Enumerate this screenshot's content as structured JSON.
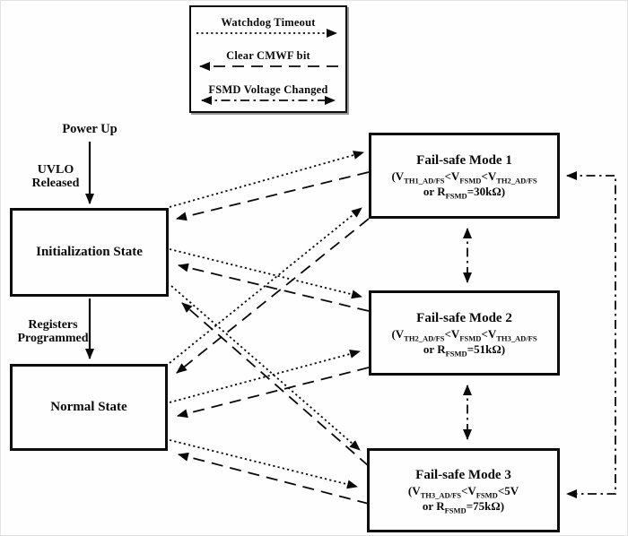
{
  "legend": {
    "items": [
      {
        "label": "Watchdog Timeout",
        "style": "dotted",
        "direction": "right"
      },
      {
        "label": "Clear CMWF bit",
        "style": "dashed",
        "direction": "left"
      },
      {
        "label": "FSMD Voltage Changed",
        "style": "dash-dot",
        "direction": "both"
      }
    ]
  },
  "left_flow": {
    "power_up": "Power Up",
    "uvlo_line1": "UVLO",
    "uvlo_line2": "Released",
    "init_state": "Initialization State",
    "registers_line1": "Registers",
    "registers_line2": "Programmed",
    "normal_state": "Normal State"
  },
  "modes": [
    {
      "title": "Fail-safe Mode 1",
      "c1p1": "(V",
      "c1s1": "TH1_AD/FS",
      "c1p2": "<V",
      "c1s2": "FSMD",
      "c1p3": "<V",
      "c1s3": "TH2_AD/FS",
      "c2p1": "or R",
      "c2s1": "FSMD",
      "c2p2": "=30kΩ)"
    },
    {
      "title": "Fail-safe Mode 2",
      "c1p1": "(V",
      "c1s1": "TH2_AD/FS",
      "c1p2": "<V",
      "c1s2": "FSMD",
      "c1p3": "<V",
      "c1s3": "TH3_AD/FS",
      "c2p1": "or R",
      "c2s1": "FSMD",
      "c2p2": "=51kΩ)"
    },
    {
      "title": "Fail-safe Mode 3",
      "c1p1": "(V",
      "c1s1": "TH3_AD/FS",
      "c1p2": "<V",
      "c1s2": "FSMD",
      "c1p3": "<5V",
      "c1s3": "",
      "c2p1": "or R",
      "c2s1": "FSMD",
      "c2p2": "=75kΩ)"
    }
  ],
  "colors": {
    "line": "#000000",
    "background": "#ffffff",
    "legend_shadow": "#9a9a9a"
  }
}
